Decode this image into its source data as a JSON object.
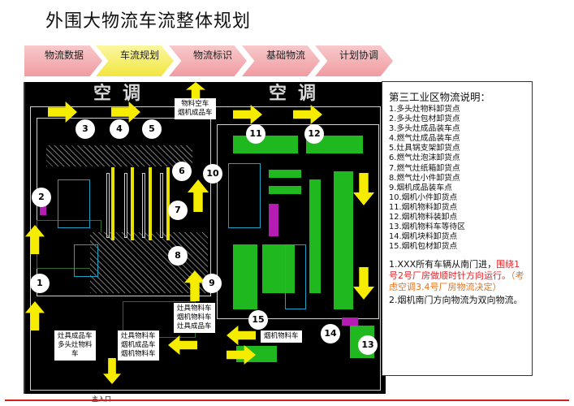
{
  "title": "外围大物流车流整体规划",
  "steps": [
    "物流数据",
    "车流规划",
    "物流标识",
    "基础物流",
    "计划协调"
  ],
  "active_step": "车流规划",
  "plan": {
    "bg_text": [
      "空调",
      "空调"
    ],
    "markers": [
      "1",
      "2",
      "3",
      "4",
      "5",
      "6",
      "7",
      "8",
      "9",
      "10",
      "11",
      "12",
      "13",
      "14",
      "15"
    ],
    "labels": {
      "top_center": "物料空车\n烟机成品车",
      "mid_bottom": "灶具物料车\n烟机物料车\n灶具成品车",
      "bottom_left": "灶具成品车\n多头灶物料\n车",
      "bottom_mid": "灶具物料车\n烟机成品车\n烟机物料车",
      "smoke_material": "烟机物料车",
      "entrance": "主入口"
    }
  },
  "panel": {
    "title": "第三工业区物流说明：",
    "items": [
      "1.多头灶物料卸货点",
      "2.多头灶包材卸货点",
      "3.多头灶成品装车点",
      "4.燃气灶成品装车点",
      "5.灶具锅支架卸货点",
      "6.燃气灶泡沫卸货点",
      "7.燃气灶纸箱卸货点",
      "8.燃气灶小件卸货点",
      "9.烟机成品装车点",
      "10.烟机小件卸货点",
      "11.烟机物料卸货点",
      "12.烟机物料装卸点",
      "13.烟机物料车等待区",
      "14.烟机块料卸货点",
      "15.烟机包材卸货点"
    ],
    "note1_black": "1.XXX所有车辆从南门进，",
    "note1_red": "围绕1号2号厂房做顺时针方向运行。",
    "note1_orange": "（考虑空调3.4号厂房物流决定）",
    "note2": "2.烟机南门方向物流为双向物流。"
  },
  "colors": {
    "step_pink": "#f0a4a8",
    "step_active": "#f3e84a",
    "arrow": "#f6ec00",
    "green": "#1fb81f",
    "magenta": "#b41cb4",
    "red_text": "#e0242a",
    "orange_text": "#e8731a"
  }
}
